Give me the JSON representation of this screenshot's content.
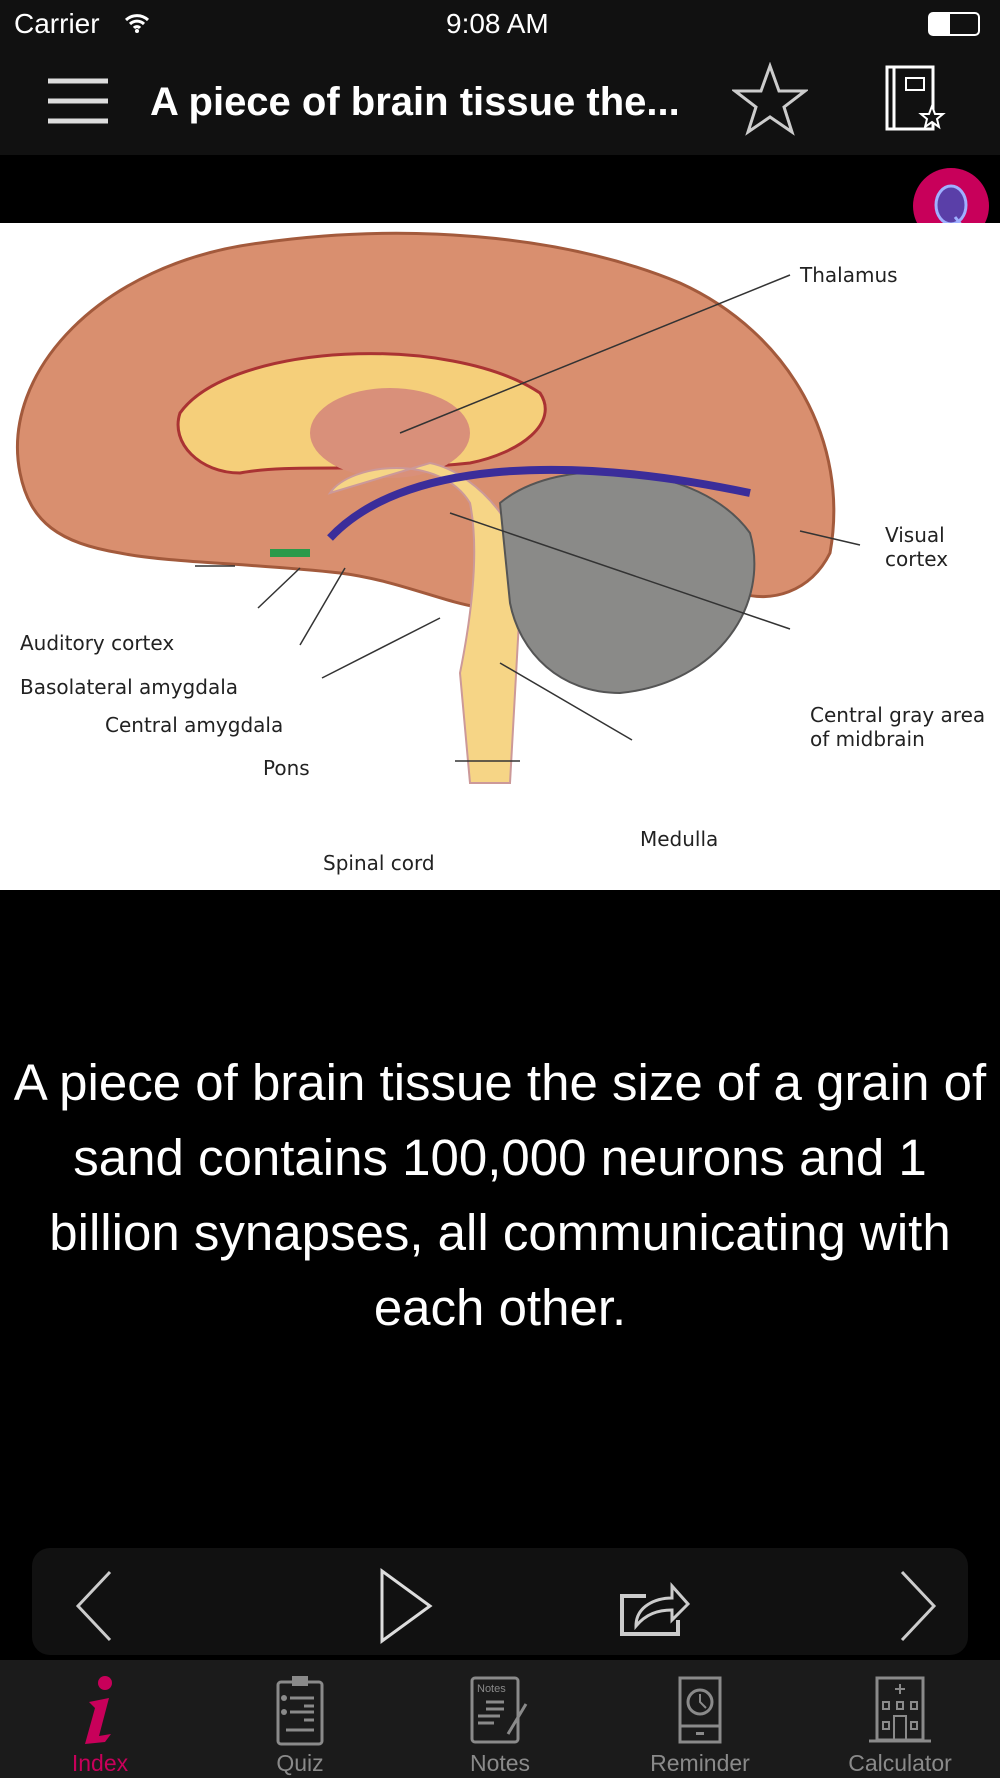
{
  "status": {
    "carrier": "Carrier",
    "time": "9:08 AM"
  },
  "nav": {
    "title": "A piece of brain tissue the..."
  },
  "diagram": {
    "labels": {
      "thalamus": "Thalamus",
      "visual_cortex_1": "Visual",
      "visual_cortex_2": "cortex",
      "auditory_cortex": "Auditory cortex",
      "basolateral_amygdala": "Basolateral amygdala",
      "central_amygdala": "Central amygdala",
      "pons": "Pons",
      "spinal_cord": "Spinal cord",
      "medulla": "Medulla",
      "central_gray_1": "Central gray area",
      "central_gray_2": "of midbrain"
    }
  },
  "fact": {
    "text": "A piece of brain tissue the size of a grain of sand contains 100,000 neurons and 1 billion synapses, all communicating with each other."
  },
  "tabs": [
    {
      "label": "Index",
      "active": true
    },
    {
      "label": "Quiz"
    },
    {
      "label": "Notes",
      "icon_text": "Notes"
    },
    {
      "label": "Reminder"
    },
    {
      "label": "Calculator"
    }
  ],
  "colors": {
    "accent": "#c8005a",
    "inactive": "#8a8a8a"
  }
}
